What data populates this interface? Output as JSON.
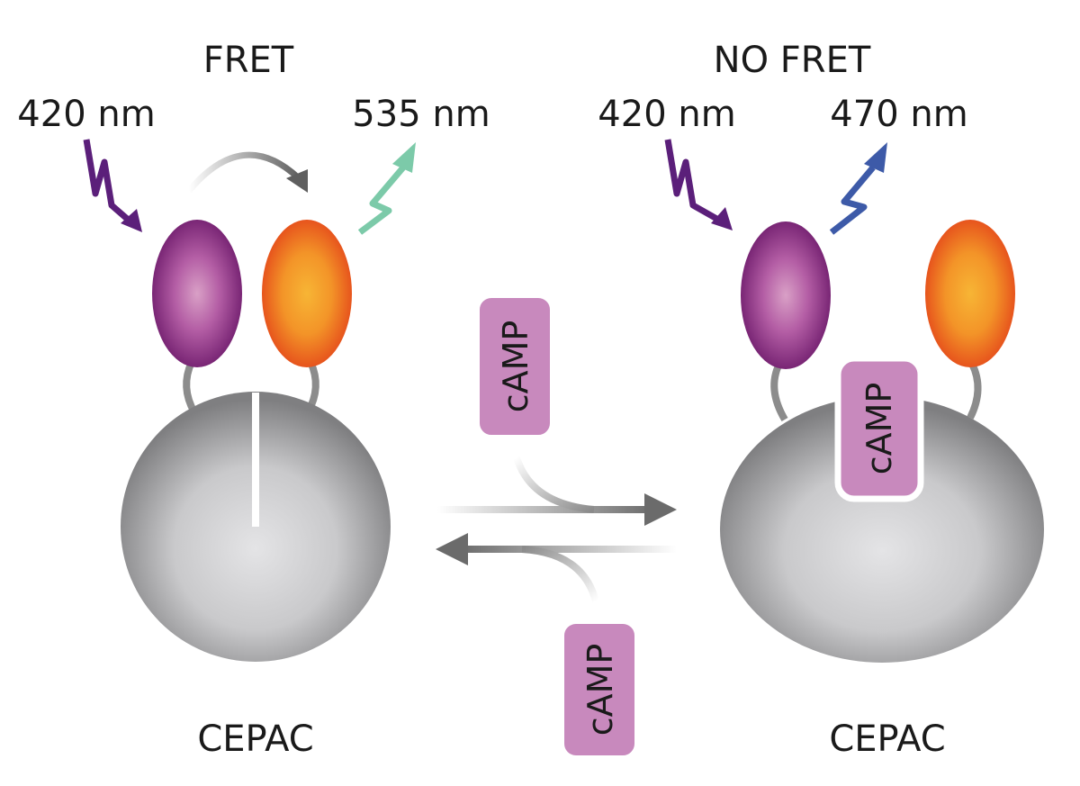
{
  "left": {
    "title": "FRET",
    "excitation": "420 nm",
    "emission": "535 nm",
    "protein": "CEPAC"
  },
  "right": {
    "title": "NO FRET",
    "excitation": "420 nm",
    "emission": "470 nm",
    "protein": "CEPAC",
    "bound_ligand": "cAMP"
  },
  "ligand_in": "cAMP",
  "ligand_out": "cAMP",
  "colors": {
    "excitation_arrow": "#5b1f7a",
    "fret_emission": "#7ccaa9",
    "cfp_emission": "#3d5aa8",
    "camp_box": "#c889bd",
    "donor_edge": "#7a1b73",
    "acceptor_edge": "#e8471a"
  }
}
